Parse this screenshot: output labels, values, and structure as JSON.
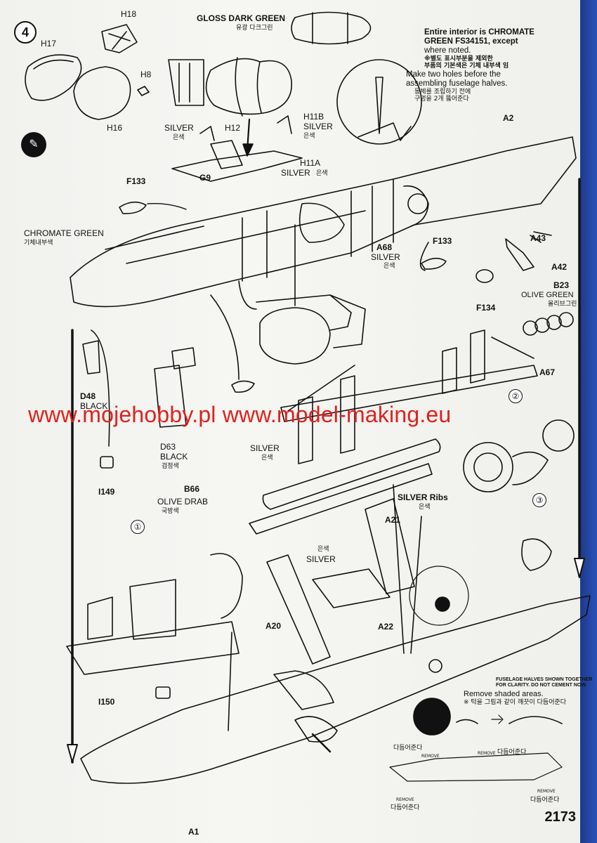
{
  "step": {
    "number": "4"
  },
  "labels": {
    "h18": "H18",
    "h17": "H17",
    "h8": "H8",
    "h16": "H16",
    "gloss_dark_green": "GLOSS DARK GREEN",
    "gloss_dark_green_ko": "유광 다크그린",
    "h11b": "H11B",
    "silver_right": "SILVER",
    "silver_right_ko": "은색",
    "silver_left": "SILVER",
    "silver_left_ko": "은색",
    "h12": "H12",
    "g9": "G9",
    "h11a": "H11A",
    "silver_h11a": "SILVER",
    "silver_h11a_ko": "은색",
    "f133_left": "F133",
    "f133_right": "F133",
    "f134": "F134",
    "a2": "A2",
    "a43": "A43",
    "a42": "A42",
    "b23": "B23",
    "olive_green": "OLIVE GREEN",
    "olive_green_ko": "올리브그린",
    "chromate_green": "CHROMATE GREEN",
    "chromate_green_ko": "기체내부색",
    "a68": "A68",
    "silver_a68": "SILVER",
    "silver_a68_ko": "은색",
    "a67": "A67",
    "d48": "D48",
    "black_d48": "BLACK",
    "d63": "D63",
    "black_d63": "BLACK",
    "black_d63_ko": "검정색",
    "silver_ladder": "SILVER",
    "silver_ladder_ko": "은색",
    "i149": "I149",
    "b66": "B66",
    "olive_drab": "OLIVE DRAB",
    "olive_drab_ko": "국방색",
    "silver_ribs": "SILVER Ribs",
    "silver_ribs_ko": "은색",
    "a21": "A21",
    "silver_floor_ko": "은색",
    "silver_floor": "SILVER",
    "a20": "A20",
    "a22": "A22",
    "i150": "I150",
    "a1": "A1"
  },
  "notes": {
    "interior": [
      "Entire interior is CHROMATE",
      "GREEN FS34151, except",
      "where noted.",
      "※별도 표시부분을 제외한",
      "부품의 기본색은 기체 내부색 임"
    ],
    "holes": [
      "Make two holes before the",
      "assembling fuselage halves.",
      "동체를 조립하기 전에",
      "구멍을 2개 뚫어준다"
    ],
    "fuselage": [
      "FUSELAGE HALVES SHOWN TOGETHER",
      "FOR CLARITY. DO NOT CEMENT NOW."
    ],
    "remove": [
      "Remove shaded areas.",
      "※ 턱을 그림과 같이 깨끗이 다듬어준다"
    ]
  },
  "remove_tags": {
    "top_ko": "다듬어준다",
    "top_en": "REMOVE",
    "right_en": "REMOVE",
    "right_ko": "다듬어준다",
    "right2_en": "REMOVE",
    "right2_ko": "다듬어준다",
    "bottom_en": "REMOVE",
    "bottom_ko": "다듬어준다"
  },
  "callouts": {
    "c1": "①",
    "c2": "②",
    "c3": "③"
  },
  "watermark": "www.mojehobby.pl www.model-making.eu",
  "page_number": "2173",
  "icons": [
    "glue-icon",
    "arrow-down-icon"
  ]
}
